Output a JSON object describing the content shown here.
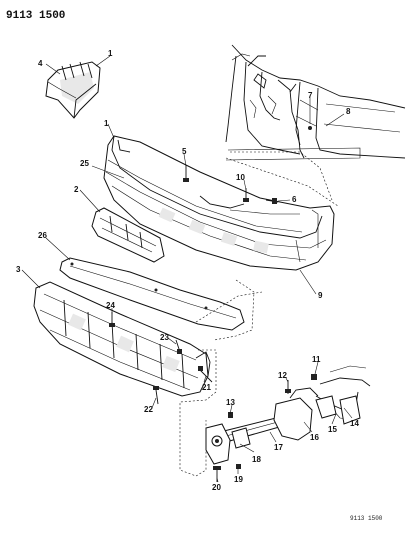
{
  "header": {
    "diagram_number": "9113 1500"
  },
  "footer": {
    "reference": "9113 1500"
  },
  "callouts": [
    {
      "id": "c1a",
      "label": "1"
    },
    {
      "id": "c4",
      "label": "4"
    },
    {
      "id": "c1b",
      "label": "1"
    },
    {
      "id": "c5",
      "label": "5"
    },
    {
      "id": "c7",
      "label": "7"
    },
    {
      "id": "c8",
      "label": "8"
    },
    {
      "id": "c25",
      "label": "25"
    },
    {
      "id": "c10",
      "label": "10"
    },
    {
      "id": "c6",
      "label": "6"
    },
    {
      "id": "c2",
      "label": "2"
    },
    {
      "id": "c26",
      "label": "26"
    },
    {
      "id": "c3",
      "label": "3"
    },
    {
      "id": "c9",
      "label": "9"
    },
    {
      "id": "c24",
      "label": "24"
    },
    {
      "id": "c23",
      "label": "23"
    },
    {
      "id": "c21",
      "label": "21"
    },
    {
      "id": "c22",
      "label": "22"
    },
    {
      "id": "c11",
      "label": "11"
    },
    {
      "id": "c12",
      "label": "12"
    },
    {
      "id": "c13",
      "label": "13"
    },
    {
      "id": "c14",
      "label": "14"
    },
    {
      "id": "c15",
      "label": "15"
    },
    {
      "id": "c16",
      "label": "16"
    },
    {
      "id": "c17",
      "label": "17"
    },
    {
      "id": "c18",
      "label": "18"
    },
    {
      "id": "c19",
      "label": "19"
    },
    {
      "id": "c20",
      "label": "20"
    }
  ]
}
